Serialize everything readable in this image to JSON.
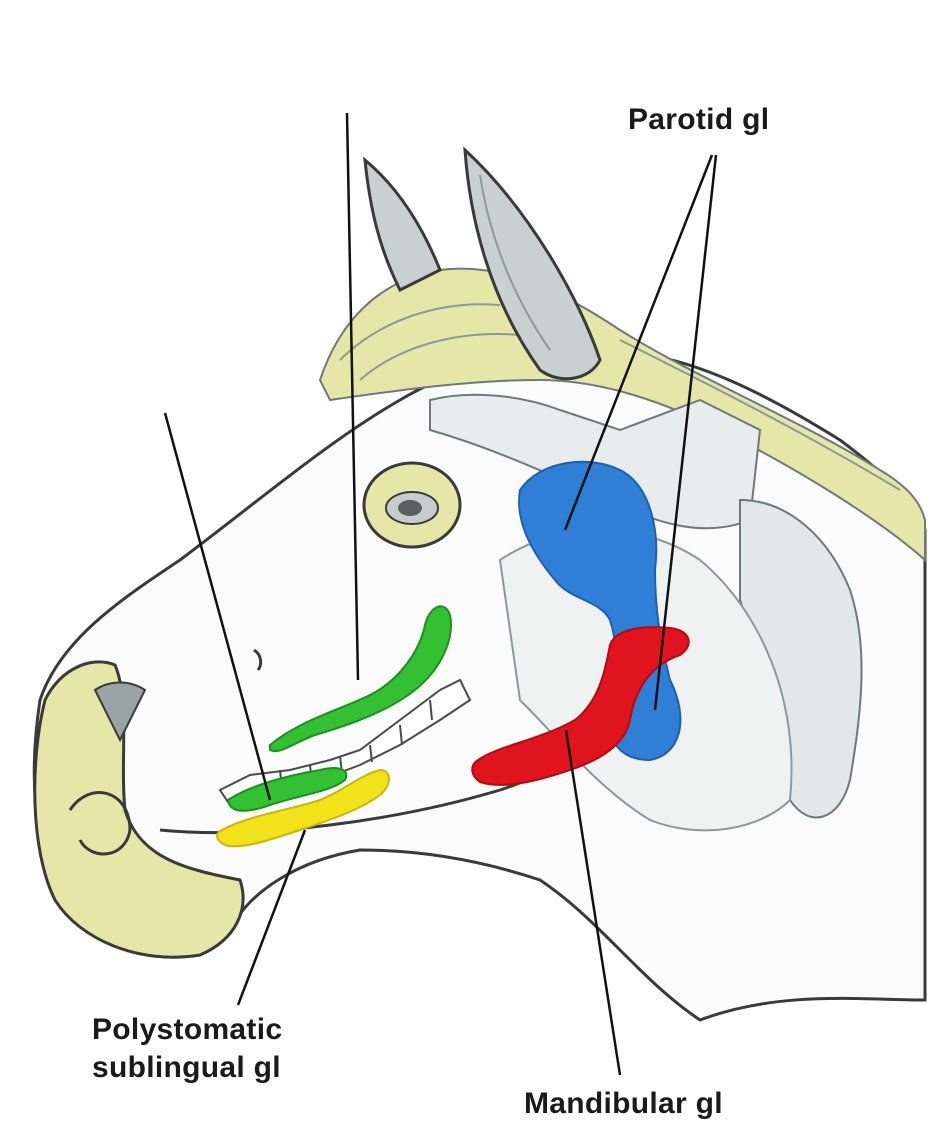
{
  "labels": {
    "parotid": "Parotid gl",
    "sublingual_line1": "Polystomatic",
    "sublingual_line2": "sublingual gl",
    "mandibular": "Mandibular gl"
  },
  "colors": {
    "parotid_gland": "#2f7fd6",
    "mandibular_gland": "#e0141e",
    "buccal_glands": "#33c033",
    "sublingual_gland": "#f2e21a",
    "hair_tint": "#e6e6a8",
    "outline": "#3a3a3a"
  }
}
